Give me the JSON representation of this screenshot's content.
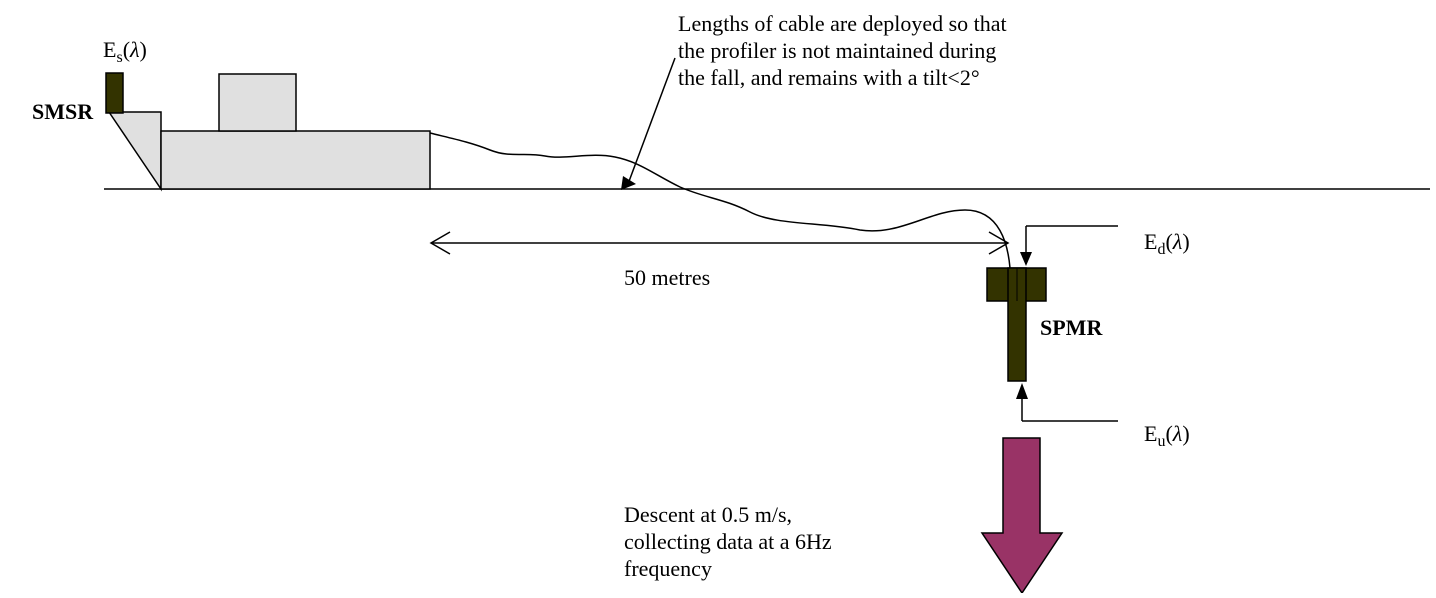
{
  "labels": {
    "smsr": "SMSR",
    "spmr": "SPMR",
    "distance": "50 metres",
    "cable_note": [
      "Lengths of cable are deployed so that",
      "the profiler is not maintained during",
      "the fall, and remains with a tilt<2°"
    ],
    "descent_note": [
      "Descent at 0.5 m/s,",
      "collecting data at a 6Hz",
      "frequency"
    ]
  },
  "symbols": {
    "es": {
      "base": "E",
      "sub": "s",
      "open": "(",
      "lambda": "λ",
      "close": ")"
    },
    "ed": {
      "base": "E",
      "sub": "d",
      "open": "(",
      "lambda": "λ",
      "close": ")"
    },
    "eu": {
      "base": "E",
      "sub": "u",
      "open": "(",
      "lambda": "λ",
      "close": ")"
    }
  },
  "colors": {
    "ship_fill": "#e0e0e0",
    "instrument_fill": "#333300",
    "descent_arrow_fill": "#993366",
    "line": "#000000"
  }
}
